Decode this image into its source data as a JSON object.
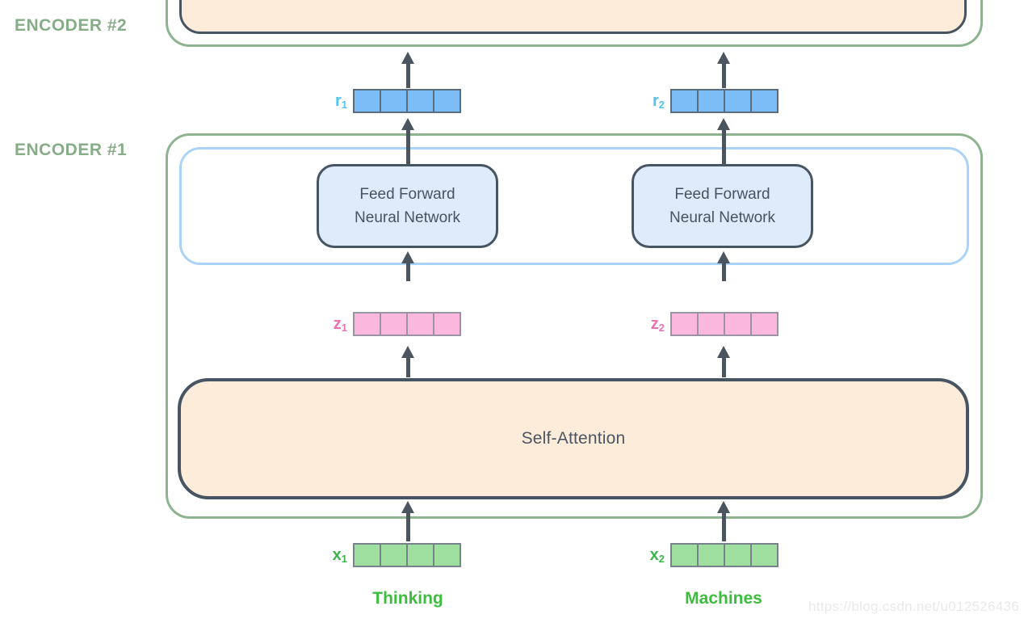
{
  "diagram": {
    "encoder2": {
      "label": "ENCODER #2"
    },
    "encoder1": {
      "label": "ENCODER #1"
    },
    "ffnn": {
      "line1": "Feed Forward",
      "line2": "Neural Network"
    },
    "self_attention": {
      "label": "Self-Attention"
    },
    "vectors": {
      "r1": {
        "base": "r",
        "sub": "1",
        "cells": 4,
        "fill": "#7cbdf8"
      },
      "r2": {
        "base": "r",
        "sub": "2",
        "cells": 4,
        "fill": "#7cbdf8"
      },
      "z1": {
        "base": "z",
        "sub": "1",
        "cells": 4,
        "fill": "#fbb8dc"
      },
      "z2": {
        "base": "z",
        "sub": "2",
        "cells": 4,
        "fill": "#fbb8dc"
      },
      "x1": {
        "base": "x",
        "sub": "1",
        "cells": 4,
        "fill": "#9fdf9f"
      },
      "x2": {
        "base": "x",
        "sub": "2",
        "cells": 4,
        "fill": "#9fdf9f"
      }
    },
    "tokens": {
      "token1": "Thinking",
      "token2": "Machines"
    },
    "watermark": "https://blog.csdn.net/u012526436",
    "colors": {
      "encoder_border": "#8db48f",
      "encoder_label": "#87ac88",
      "inner_box_border": "#a9d3f8",
      "block_border": "#475563",
      "block_text": "#4b5563",
      "peach_fill": "#fdecda",
      "ffnn_fill": "#ddebfa",
      "r_label": "#4fc4f2",
      "z_label": "#f06eb4",
      "x_label": "#3cb44c",
      "token_green": "#3dbd3d",
      "arrow": "#4a5560",
      "watermark": "#e9e9e9"
    }
  }
}
